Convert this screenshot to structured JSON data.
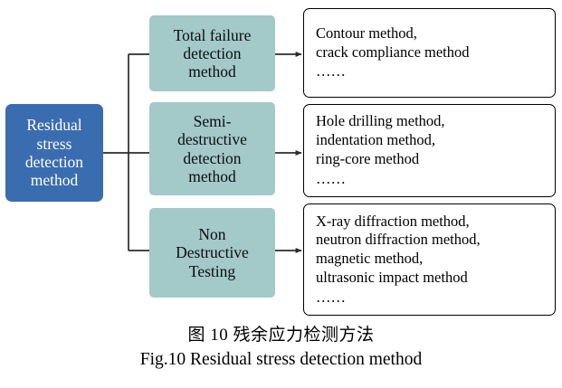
{
  "figure": {
    "root": {
      "label_lines": [
        "Residual",
        "stress",
        "detection",
        "method"
      ],
      "color": "#3a6cb0",
      "text_color": "#ffffff"
    },
    "branches": [
      {
        "category_lines": [
          "Total failure",
          "detection",
          "method"
        ],
        "category_color": "#a3c9c9",
        "methods_lines": [
          "Contour method,",
          "crack compliance method"
        ],
        "ellipsis": "……"
      },
      {
        "category_lines": [
          "Semi-",
          "destructive",
          "detection",
          "method"
        ],
        "category_color": "#a3c9c9",
        "methods_lines": [
          "Hole drilling method,",
          "indentation method,",
          "ring-core method"
        ],
        "ellipsis": "……"
      },
      {
        "category_lines": [
          "Non",
          "Destructive",
          "Testing"
        ],
        "category_color": "#a3c9c9",
        "methods_lines": [
          "X-ray diffraction method,",
          "neutron diffraction method,",
          "magnetic method,",
          "ultrasonic impact method"
        ],
        "ellipsis": "……"
      }
    ],
    "connector_color": "#2b2b2b"
  },
  "caption": {
    "chinese": "图 10  残余应力检测方法",
    "english": "Fig.10 Residual stress detection method"
  }
}
